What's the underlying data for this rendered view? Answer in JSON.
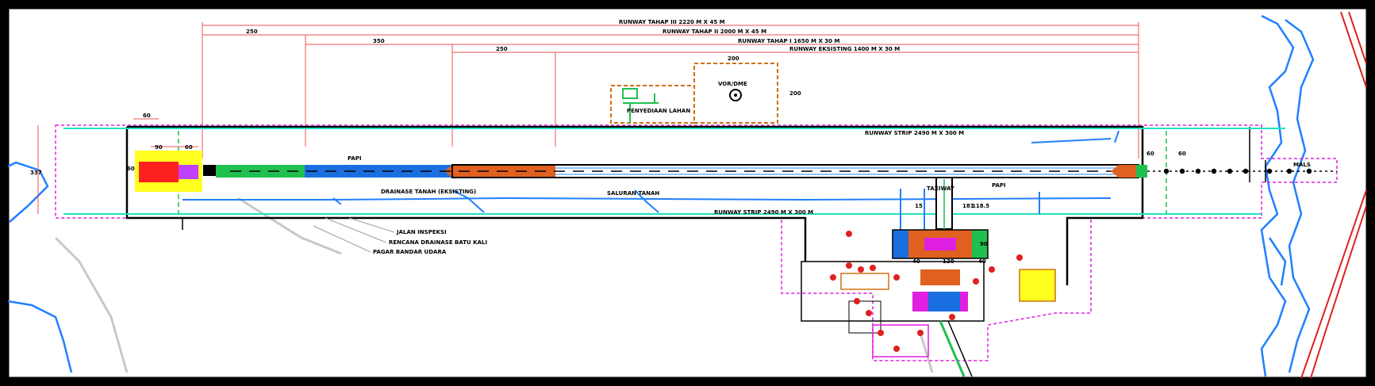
{
  "title_block": {
    "runway_stage3": "RUNWAY TAHAP III 2220 M X 45 M",
    "runway_stage2": "RUNWAY TAHAP II 2000 M X 45 M",
    "runway_stage1": "RUNWAY TAHAP I 1650 M X 30 M",
    "runway_existing": "RUNWAY EKSISTING 1400 M X 30 M"
  },
  "dimensions": {
    "d250a": "250",
    "d350": "350",
    "d250b": "250",
    "d200": "200",
    "d200v": "200",
    "d337": "337",
    "d60_left_top": "60",
    "d90": "90",
    "d60_left": "60",
    "d60_left_side": "60",
    "d60_right_a": "60",
    "d60_right_b": "60",
    "d40a": "40",
    "d120": "120",
    "d40b": "40",
    "d181": "181",
    "d118": "118.5",
    "d90_apron": "90",
    "d15": "15"
  },
  "labels": {
    "vor_dme": "VOR/DME",
    "penyediaan_lahan": "PENYEDIAAN LAHAN",
    "runway_strip_top": "RUNWAY STRIP 2490 M X 300 M",
    "runway_strip_bottom": "RUNWAY STRIP 2490 M X 300 M",
    "papi_left": "PAPI",
    "papi_right": "PAPI",
    "taxiway": "TAXIWAY",
    "drainase_tanah": "DRAINASE TANAH (EKSISTING)",
    "saluran_tanah": "SALURAN TANAH",
    "jalan_inspeksi": "JALAN INSPEKSI",
    "rencana_drainase": "RENCANA DRAINASE BATU KALI",
    "pagar_bandar": "PAGAR BANDAR UDARA",
    "mals": "MALS"
  },
  "colors": {
    "background": "#ffffff",
    "frame": "#000000",
    "fence": "#e020e0",
    "dimension": "#f05050",
    "runway_existing": "#1a6fe0",
    "runway_ext": "#e06020",
    "green_zone": "#20c050",
    "yellow_pad": "#ffff20",
    "red_pad": "#ff2020",
    "violet_pad": "#c040ff",
    "orange_land": "#d07010",
    "river": "#2080ff",
    "road_grey": "#c8c8c8",
    "cyan_line": "#20e0c0"
  }
}
